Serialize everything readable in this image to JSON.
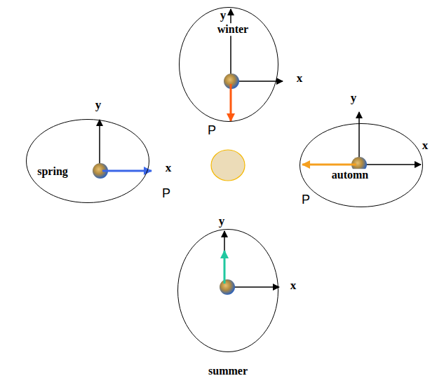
{
  "diagram": {
    "nodes": [
      {
        "text": [
          "winter"
        ]
      },
      {
        "text": [
          "spring"
        ]
      },
      {
        "text": [
          "automn"
        ]
      },
      {
        "text": [
          "summer"
        ]
      }
    ],
    "labels": [
      "y",
      "x",
      "P",
      "y",
      "y",
      "x",
      "x",
      "P",
      "P",
      "y",
      "x"
    ]
  }
}
